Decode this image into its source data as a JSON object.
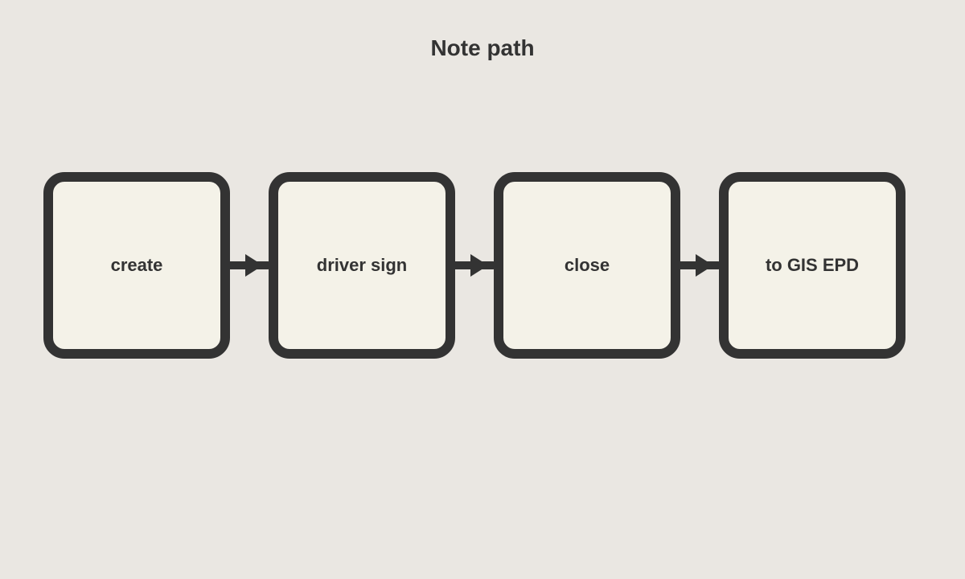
{
  "diagram": {
    "title": "Note path",
    "steps": [
      {
        "label": "create"
      },
      {
        "label": "driver sign"
      },
      {
        "label": "close"
      },
      {
        "label": "to GIS EPD"
      }
    ],
    "colors": {
      "background": "#eae7e2",
      "box_fill": "#f4f2e8",
      "stroke": "#333333",
      "text": "#333333"
    }
  }
}
